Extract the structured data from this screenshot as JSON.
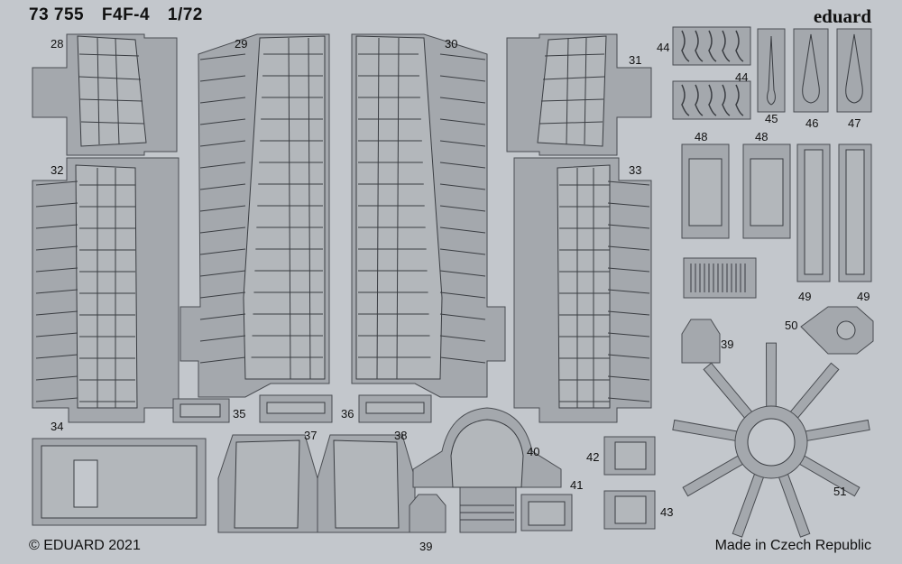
{
  "header": {
    "catalog_number": "73 755",
    "model": "F4F-4",
    "scale": "1/72",
    "brand": "eduard"
  },
  "footer": {
    "copyright": "© EDUARD 2021",
    "origin": "Made in Czech Republic"
  },
  "part_labels": [
    {
      "id": "p28",
      "text": "28"
    },
    {
      "id": "p29",
      "text": "29"
    },
    {
      "id": "p30",
      "text": "30"
    },
    {
      "id": "p31",
      "text": "31"
    },
    {
      "id": "p32",
      "text": "32"
    },
    {
      "id": "p33",
      "text": "33"
    },
    {
      "id": "p34",
      "text": "34"
    },
    {
      "id": "p35",
      "text": "35"
    },
    {
      "id": "p36",
      "text": "36"
    },
    {
      "id": "p37",
      "text": "37"
    },
    {
      "id": "p38",
      "text": "38"
    },
    {
      "id": "p39a",
      "text": "39"
    },
    {
      "id": "p39b",
      "text": "39"
    },
    {
      "id": "p40",
      "text": "40"
    },
    {
      "id": "p41",
      "text": "41"
    },
    {
      "id": "p42",
      "text": "42"
    },
    {
      "id": "p43",
      "text": "43"
    },
    {
      "id": "p44a",
      "text": "44"
    },
    {
      "id": "p44b",
      "text": "44"
    },
    {
      "id": "p45",
      "text": "45"
    },
    {
      "id": "p46",
      "text": "46"
    },
    {
      "id": "p47",
      "text": "47"
    },
    {
      "id": "p48a",
      "text": "48"
    },
    {
      "id": "p48b",
      "text": "48"
    },
    {
      "id": "p49a",
      "text": "49"
    },
    {
      "id": "p49b",
      "text": "49"
    },
    {
      "id": "p50",
      "text": "50"
    },
    {
      "id": "p51",
      "text": "51"
    }
  ],
  "colors": {
    "sheet_background": "#c3c7cc",
    "fret_metal": "#a4a8ad",
    "part_outline": "#4a4d52",
    "rib_line": "#3a3d42",
    "text": "#111111"
  }
}
